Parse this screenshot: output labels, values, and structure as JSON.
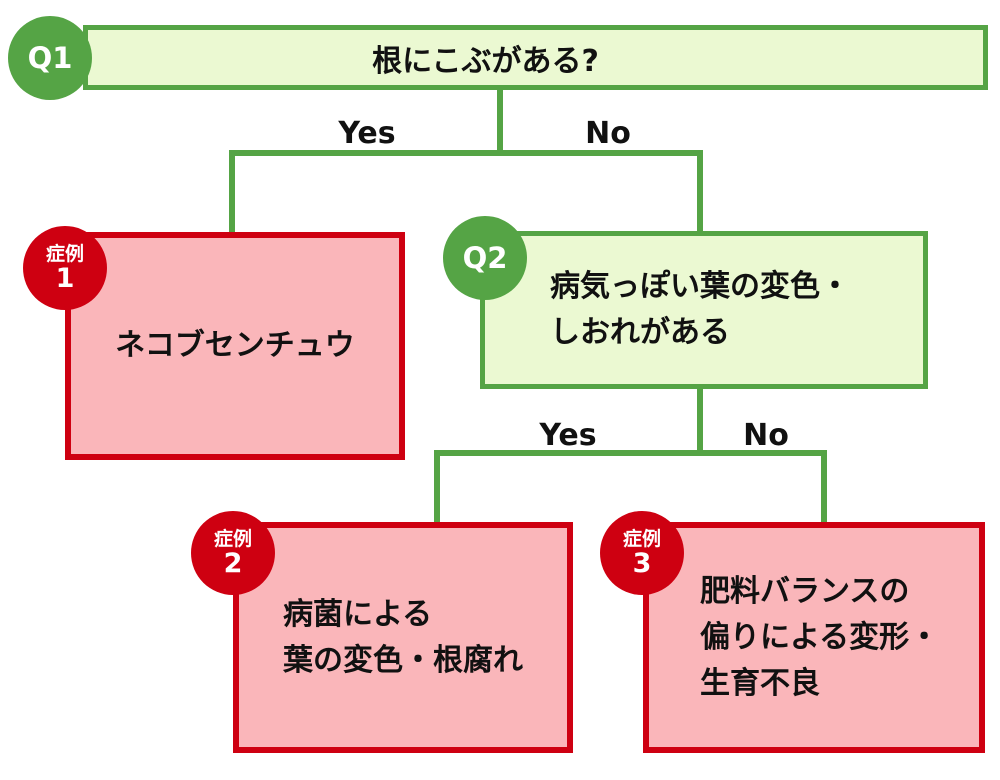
{
  "colors": {
    "green": "#55A445",
    "green_fill": "#EBF9D2",
    "red": "#CE0011",
    "red_fill": "#FAB6BA",
    "text": "#111111",
    "badge_text": "#FFFFFF"
  },
  "q1": {
    "badge": "Q1",
    "question": "根にこぶがある?"
  },
  "branch1": {
    "yes": "Yes",
    "no": "No"
  },
  "case1": {
    "badge_label": "症例",
    "badge_number": "1",
    "text": "ネコブセンチュウ"
  },
  "q2": {
    "badge": "Q2",
    "line1": "病気っぽい葉の変色・",
    "line2": "しおれがある"
  },
  "branch2": {
    "yes": "Yes",
    "no": "No"
  },
  "case2": {
    "badge_label": "症例",
    "badge_number": "2",
    "line1": "病菌による",
    "line2": "葉の変色・根腐れ"
  },
  "case3": {
    "badge_label": "症例",
    "badge_number": "3",
    "line1": "肥料バランスの",
    "line2": "偏りによる変形・",
    "line3": "生育不良"
  }
}
